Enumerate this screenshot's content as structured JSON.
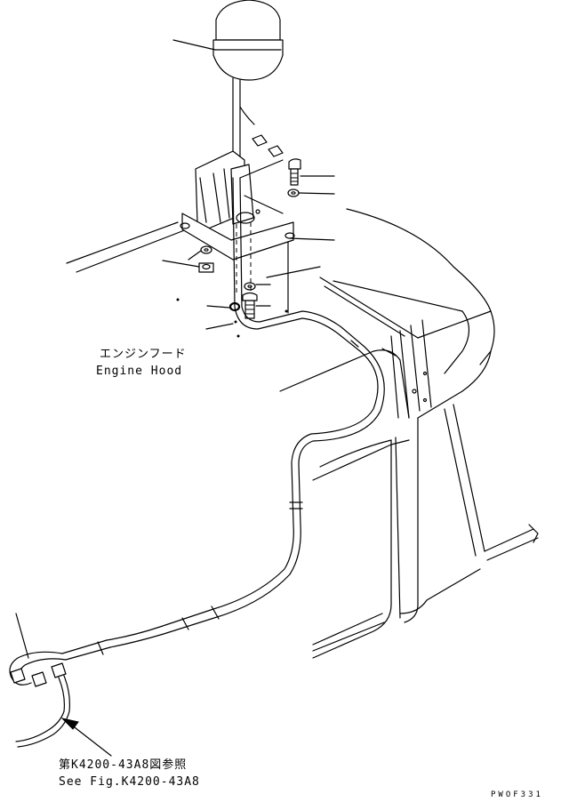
{
  "labels": {
    "hood_jp": "エンジンフード",
    "hood_en": "Engine Hood",
    "ref_jp": "第K4200-43A8図参照",
    "ref_en": "See Fig.K4200-43A8",
    "drawing_code": "PWOF331"
  },
  "colors": {
    "ink": "#000000",
    "paper": "#ffffff"
  }
}
